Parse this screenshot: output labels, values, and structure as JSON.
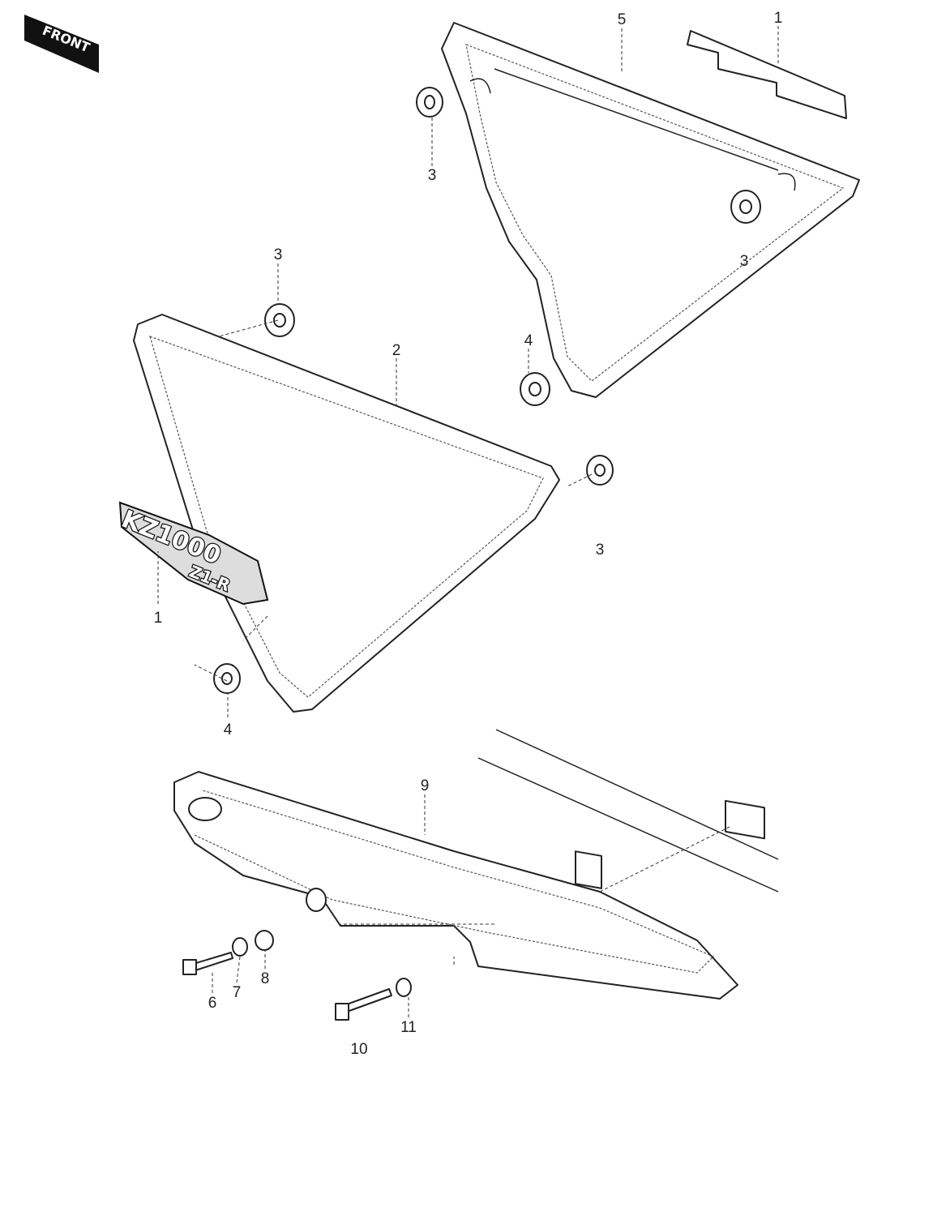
{
  "diagram": {
    "front_badge": "FRONT",
    "emblem": {
      "line1": "KZ1000",
      "line2": "Z1-R"
    },
    "callouts": {
      "rear_cover": "5",
      "rear_emblem": "1",
      "grommet_rear_left": "3",
      "grommet_rear_right": "3",
      "grommet_side_top": "3",
      "side_cover": "2",
      "damper_rear": "4",
      "grommet_side_right": "3",
      "side_emblem": "1",
      "damper_side": "4",
      "chain_guard": "9",
      "bolt_a": "6",
      "washer_a": "7",
      "collar": "8",
      "bolt_b": "10",
      "washer_b": "11"
    },
    "colors": {
      "ink": "#222222",
      "paper": "#ffffff"
    }
  }
}
